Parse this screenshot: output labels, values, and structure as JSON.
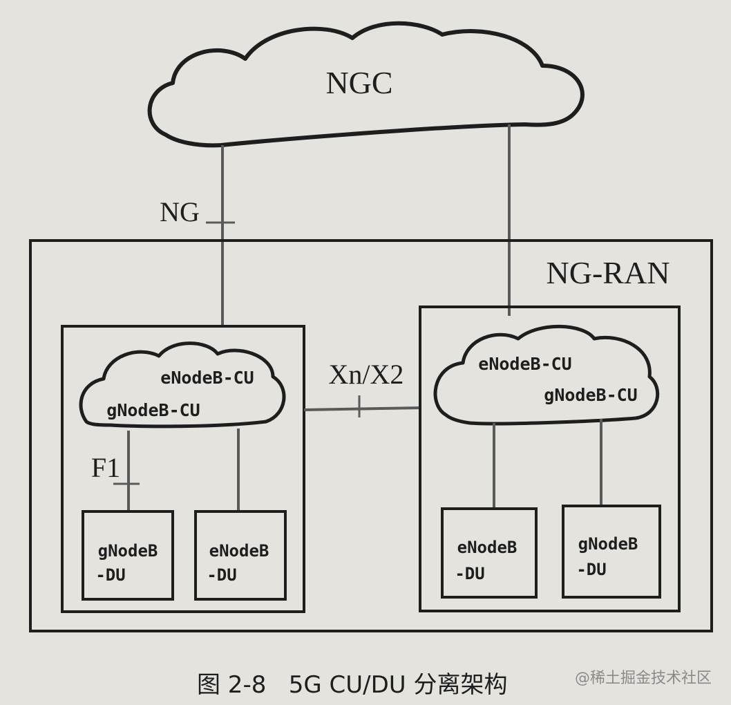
{
  "core": {
    "label": "NGC",
    "interface": "NG"
  },
  "ran": {
    "label": "NG-RAN",
    "xn_interface": "Xn/X2"
  },
  "left_node": {
    "cu_top": "eNodeB-CU",
    "cu_bottom": "gNodeB-CU",
    "f1_interface": "F1",
    "du_left_line1": "gNodeB",
    "du_left_line2": "-DU",
    "du_right_line1": "eNodeB",
    "du_right_line2": "-DU"
  },
  "right_node": {
    "cu_top": "eNodeB-CU",
    "cu_bottom": "gNodeB-CU",
    "du_left_line1": "eNodeB",
    "du_left_line2": "-DU",
    "du_right_line1": "gNodeB",
    "du_right_line2": "-DU"
  },
  "caption": "图 2-8   5G CU/DU 分离架构",
  "watermark": "@稀土掘金技术社区"
}
